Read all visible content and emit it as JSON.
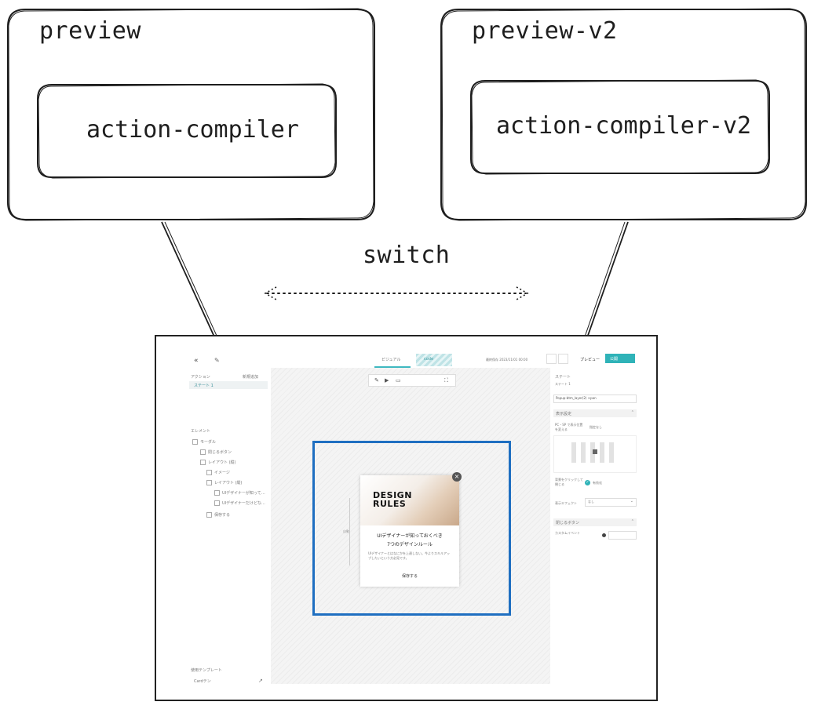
{
  "diagram": {
    "left_box_label": "preview",
    "left_inner_label": "action-compiler",
    "right_box_label": "preview-v2",
    "right_inner_label": "action-compiler-v2",
    "switch_label": "switch"
  },
  "screenshot": {
    "topbar": {
      "tab_visual": "ビジュアル",
      "tab_code": "code",
      "save_status": "最終保存 2023/11/01 00:00",
      "preview_button": "プレビュー",
      "publish_button": "公開"
    },
    "left_panel": {
      "actions_heading": "アクション",
      "add_label": "新規追加",
      "action_item": "ステート 1",
      "elements_heading": "エレメント",
      "tree": [
        "モーダル",
        "閉じるボタン",
        "レイアウト (縦)",
        "イメージ",
        "レイアウト (縦)",
        "UIデザイナーが知って…",
        "UIデザイナーだけどな…",
        "保存する"
      ],
      "template_heading": "使用テンプレート",
      "template_name": "Cardテン"
    },
    "modal": {
      "image_text_line1": "DESIGN",
      "image_text_line2": "RULES",
      "close_icon": "×",
      "title_line1": "UIデザイナーが知っておくべき",
      "title_line2": "7つのデザインルール",
      "body_line1": "UIデザイナーとはなにかを上達しない。今よりスキルアップしたいという方必見です。",
      "button": "保存する",
      "height_badge": "自動"
    },
    "right_panel": {
      "state_title": "ステート",
      "state_sub": "ステート 1",
      "field_value": "Popup-btm_layer(2) ×pan",
      "section_display": "表示設定",
      "checkbox_label": "PC・SP で表示位置を変える",
      "toggle_label": "指定なし",
      "click_close_label": "背景をクリックして閉じる",
      "enabled_label": "有効化",
      "animation_label": "表示エフェクト",
      "animation_value": "なし",
      "section_close": "閉じるボタン",
      "custom_label": "カスタムイベント"
    }
  }
}
